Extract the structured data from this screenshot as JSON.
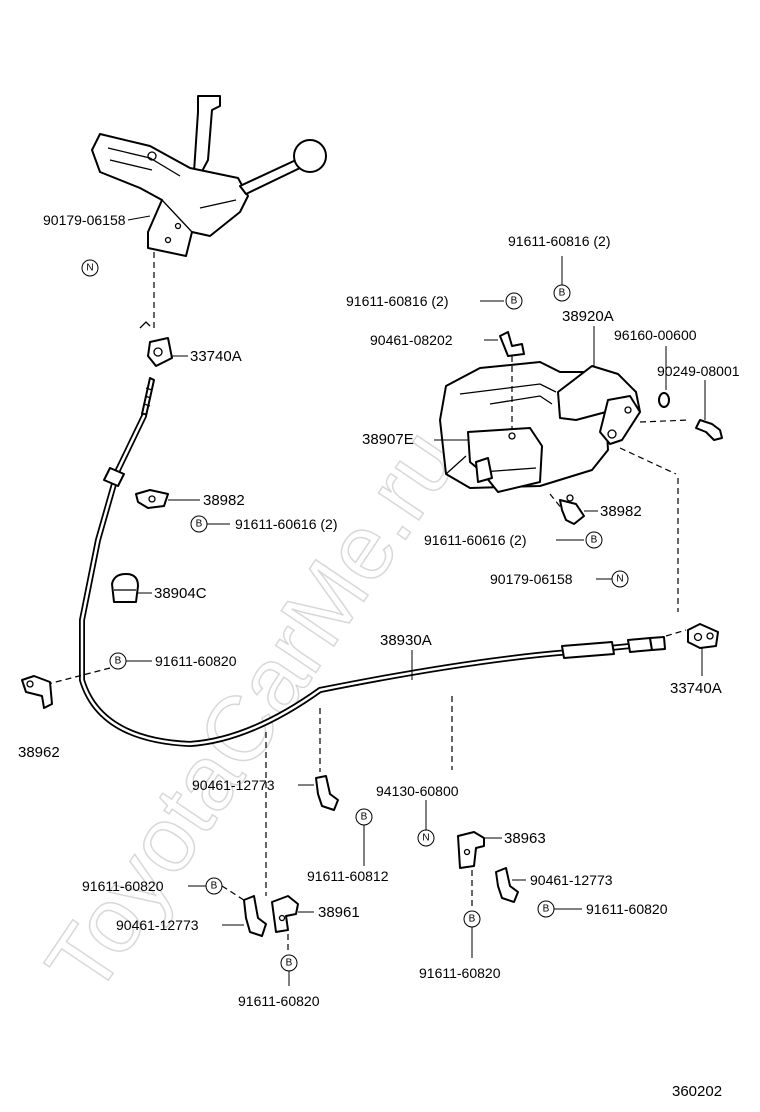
{
  "watermark": "ToyotaCarMe.ru",
  "diagram_id": "360202",
  "labels": {
    "shifter_bolt": "90179-06158",
    "cable_end_top": "33740A",
    "clip_upper_left": "38982",
    "clip_upper_left_bolt": "91611-60616 (2)",
    "grommet": "38904C",
    "bracket_left_bolt": "91611-60820",
    "bracket_left": "38962",
    "cable": "38930A",
    "bolt_top_2": "91611-60816 (2)",
    "bolt_top_1": "91611-60816 (2)",
    "bracket_top": "38920A",
    "clip_top": "90461-08202",
    "part_96160": "96160-00600",
    "part_90249": "90249-08001",
    "bracket_mount": "38907E",
    "clip_right": "38982",
    "clip_right_bolt": "91611-60616 (2)",
    "nut_right": "90179-06158",
    "cable_end_right": "33740A",
    "clamp_a": "90461-12773",
    "bolt_94130": "94130-60800",
    "bracket_38963": "38963",
    "bolt_60812": "91611-60812",
    "clamp_b": "90461-12773",
    "bolt_60820_a": "91611-60820",
    "bolt_60820_b": "91611-60820",
    "clamp_c": "90461-12773",
    "bracket_38961": "38961",
    "bolt_60820_c": "91611-60820",
    "bolt_60820_d": "91611-60820"
  },
  "symbols": {
    "bolt": "B",
    "nut": "N"
  }
}
